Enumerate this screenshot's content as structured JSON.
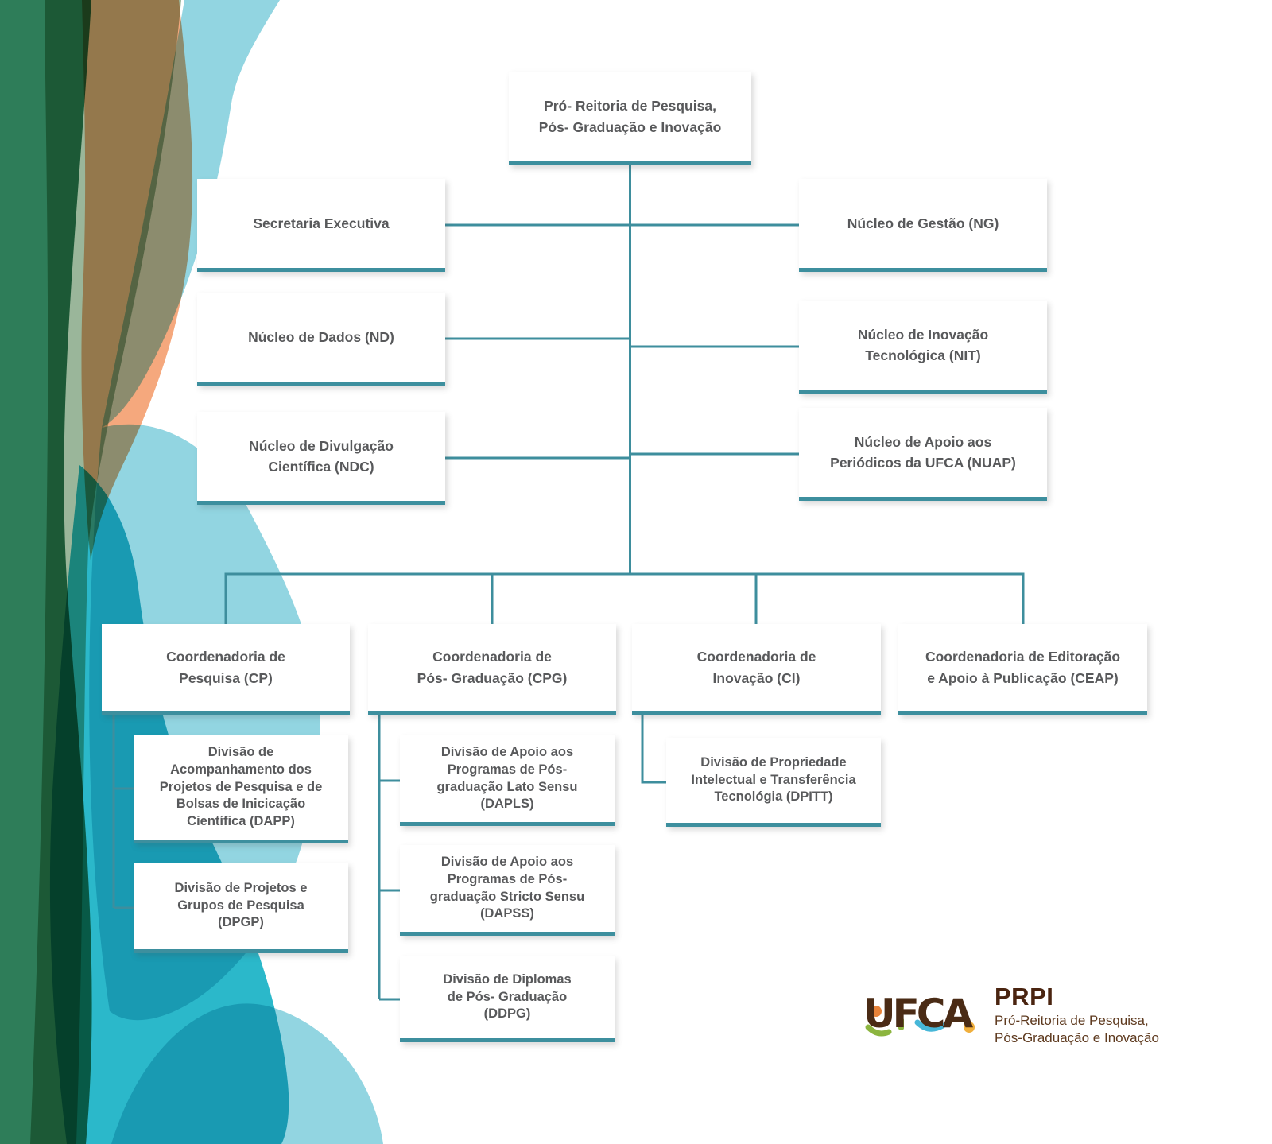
{
  "accent_color": "#3D8F9E",
  "text_color": "#58595B",
  "nodes": {
    "root": {
      "label": "Pró- Reitoria de Pesquisa,\nPós- Graduação e Inovação"
    },
    "secretaria": {
      "label": "Secretaria Executiva"
    },
    "nd": {
      "label": "Núcleo de Dados (ND)"
    },
    "ndc": {
      "label": "Núcleo de Divulgação\nCientífica (NDC)"
    },
    "ng": {
      "label": "Núcleo de Gestão (NG)"
    },
    "nit": {
      "label": "Núcleo de Inovação\nTecnológica (NIT)"
    },
    "nuap": {
      "label": "Núcleo de Apoio aos\nPeriódicos da UFCA (NUAP)"
    },
    "cp": {
      "label": "Coordenadoria de\nPesquisa (CP)"
    },
    "cpg": {
      "label": "Coordenadoria de\nPós- Graduação (CPG)"
    },
    "ci": {
      "label": "Coordenadoria de\nInovação (CI)"
    },
    "ceap": {
      "label": "Coordenadoria de Editoração\ne Apoio à Publicação (CEAP)"
    },
    "dapp": {
      "label": "Divisão de\nAcompanhamento dos\nProjetos de Pesquisa e de\nBolsas de Inicicação\nCientífica (DAPP)"
    },
    "dpgp": {
      "label": "Divisão de Projetos e\nGrupos de Pesquisa\n(DPGP)"
    },
    "dapls": {
      "label": "Divisão de Apoio aos\nProgramas de Pós-\ngraduação Lato Sensu\n(DAPLS)"
    },
    "dapss": {
      "label": "Divisão de Apoio aos\nProgramas de Pós-\ngraduação Stricto Sensu\n(DAPSS)"
    },
    "ddpg": {
      "label": "Divisão de Diplomas\nde Pós- Graduação\n(DDPG)"
    },
    "dpitt": {
      "label": "Divisão de Propriedade\nIntelectual e Transferência\nTecnológia (DPITT)"
    }
  },
  "logo": {
    "acronym": "UFCA",
    "unit": "PRPI",
    "subtitle": "Pró-Reitoria de Pesquisa,\nPós-Graduação e Inovação",
    "colors": {
      "brown": "#4A2B15",
      "green": "#8CB53F",
      "orange": "#E8833A",
      "blue": "#47B7D8",
      "yellow": "#F0AF3D"
    }
  }
}
